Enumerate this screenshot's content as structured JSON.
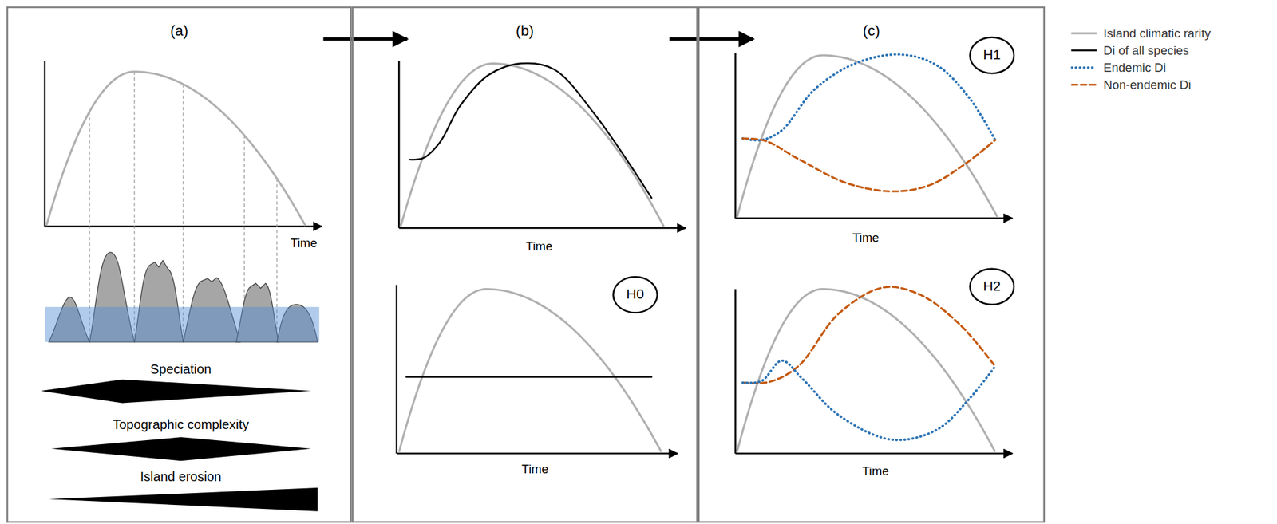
{
  "diagram": {
    "nodes": [
      {
        "text": [
          "(a)"
        ]
      },
      {
        "text": [
          "(b)"
        ]
      },
      {
        "text": [
          "H0"
        ],
        "in": 1
      },
      {
        "text": [
          "(c)"
        ]
      },
      {
        "text": [
          "H1"
        ],
        "in": 3
      },
      {
        "text": [
          "H2"
        ],
        "in": 3
      }
    ],
    "edges": [
      {
        "from": 0,
        "to": 1,
        "arrow": "to"
      },
      {
        "from": 1,
        "to": 3,
        "arrow": "to"
      }
    ],
    "labels": [
      "Time",
      "Speciation",
      "Topographic complexity",
      "Island erosion",
      "Time",
      "Time",
      "Time",
      "Time"
    ],
    "legend": [
      {
        "text": "Island climatic rarity"
      },
      {
        "text": "Di of all species"
      },
      {
        "text": "Endemic Di"
      },
      {
        "text": "Non-endemic Di"
      }
    ]
  }
}
